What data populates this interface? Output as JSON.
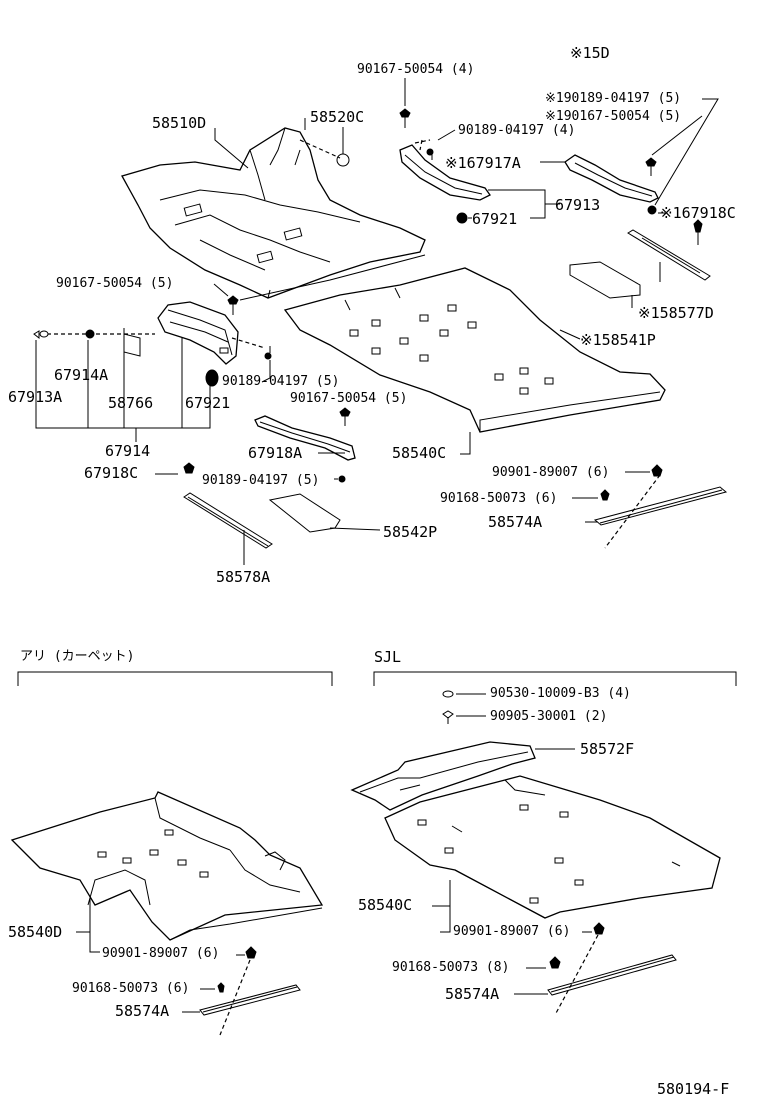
{
  "diagram": {
    "footer_code": "580194-F",
    "note_15d": "※15D",
    "labels": {
      "p58510D": "58510D",
      "p58520C": "58520C",
      "p90167_50054_4": "90167-50054 (4)",
      "p90189_04197_4": "90189-04197 (4)",
      "s190189_04197_5": "※190189-04197 (5)",
      "s190167_50054_5": "※190167-50054 (5)",
      "s167917A": "※167917A",
      "p67921_top": "67921",
      "p67913": "67913",
      "s167918C": "※167918C",
      "s158577D": "※158577D",
      "s158541P": "※158541P",
      "p90167_50054_5a": "90167-50054 (5)",
      "p67914A": "67914A",
      "p67913A": "67913A",
      "p58766": "58766",
      "p67921_left": "67921",
      "p90189_04197_5a": "90189-04197 (5)",
      "p90167_50054_5b": "90167-50054 (5)",
      "p67914": "67914",
      "p67918A": "67918A",
      "p67918C": "67918C",
      "p90189_04197_5b": "90189-04197 (5)",
      "p58540C_top": "58540C",
      "p90901_89007_6_top": "90901-89007 (6)",
      "p90168_50073_6_top": "90168-50073 (6)",
      "p58574A_top": "58574A",
      "p58542P": "58542P",
      "p58578A": "58578A"
    },
    "section_left": {
      "title": "アリ (カーペット)",
      "labels": {
        "p58540D": "58540D",
        "p90901_89007_6": "90901-89007 (6)",
        "p90168_50073_6": "90168-50073 (6)",
        "p58574A": "58574A"
      }
    },
    "section_right": {
      "title": "SJL",
      "labels": {
        "p90530_10009_B3_4": "90530-10009-B3 (4)",
        "p90905_30001_2": "90905-30001 (2)",
        "p58572F": "58572F",
        "p58540C": "58540C",
        "p90901_89007_6": "90901-89007 (6)",
        "p90168_50073_8": "90168-50073 (8)",
        "p58574A": "58574A"
      }
    }
  }
}
